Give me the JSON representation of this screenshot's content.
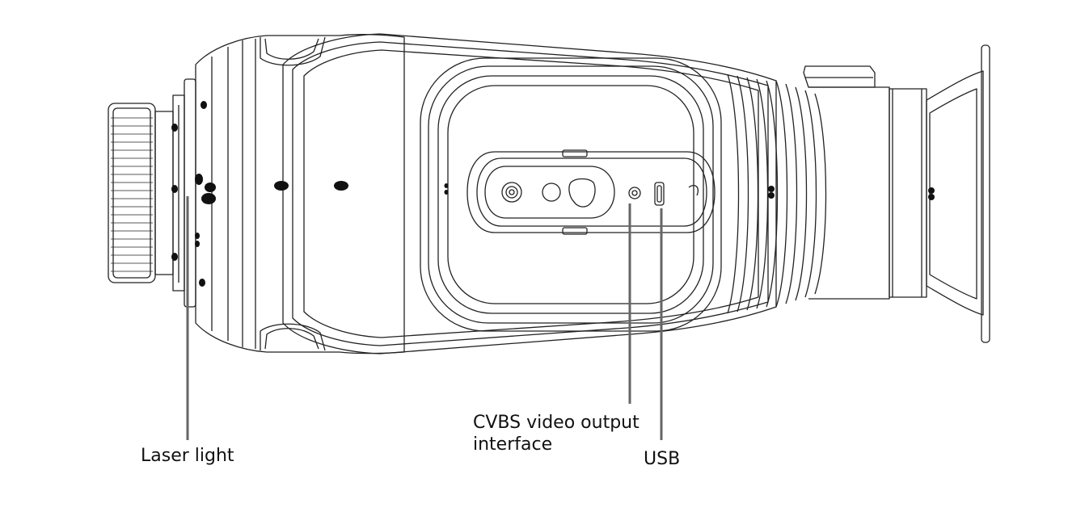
{
  "labels": {
    "laser": "Laser light",
    "cvbs_line1": "CVBS video output",
    "cvbs_line2": "interface",
    "usb": "USB"
  },
  "colors": {
    "line": "#222222",
    "pointer": "#666666",
    "background": "#ffffff"
  }
}
